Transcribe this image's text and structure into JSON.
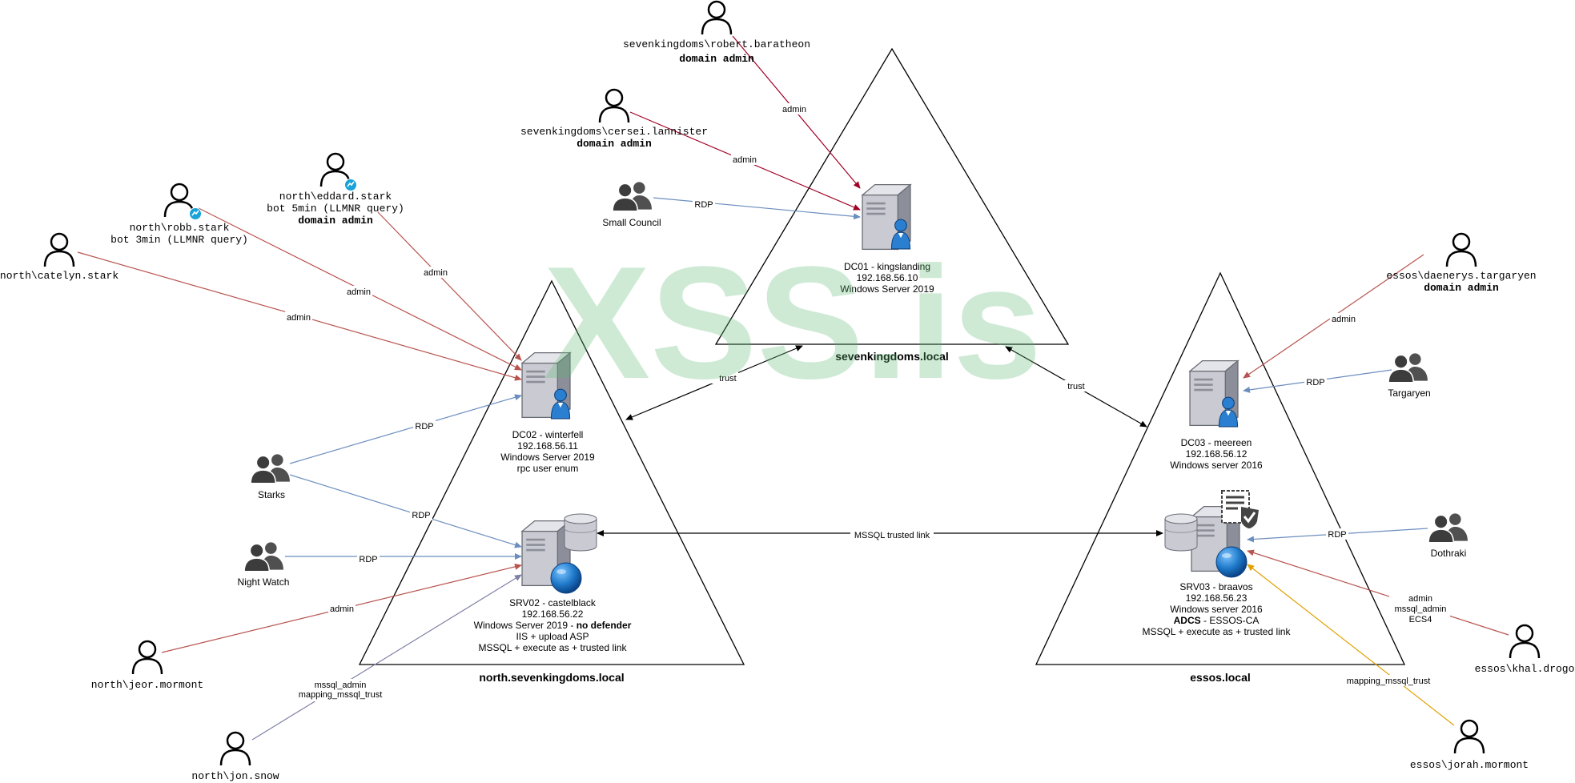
{
  "watermark": "XSS.is",
  "colors": {
    "admin": "#b85450",
    "admin_dark": "#a20025",
    "rdp": "#6c8ebf",
    "mssql": "#7f7fa6",
    "trust": "#000000",
    "orange": "#e0a000",
    "watermark": "#5cb873",
    "server_light": "#d4d5dc",
    "server_dark": "#8c8e99",
    "globe": "#1e78c8"
  },
  "domains": {
    "sevenkingdoms": "sevenkingdoms.local",
    "north": "north.sevenkingdoms.local",
    "essos": "essos.local"
  },
  "servers": {
    "dc01": [
      "DC01 - kingslanding",
      "192.168.56.10",
      "Windows Server 2019"
    ],
    "dc02": [
      "DC02 - winterfell",
      "192.168.56.11",
      "Windows Server 2019",
      "rpc user enum"
    ],
    "srv02": {
      "line1": "SRV02 - castelblack",
      "line2": "192.168.56.22",
      "line3_prefix": "Windows Server 2019 - ",
      "line3_bold": "no defender",
      "line4": "IIS + upload ASP",
      "line5": "MSSQL + execute as + trusted link"
    },
    "dc03": [
      "DC03 - meereen",
      "192.168.56.12",
      "Windows server 2016"
    ],
    "srv03": {
      "line1": "SRV03 - braavos",
      "line2": "192.168.56.23",
      "line3": "Windows server 2016",
      "line4_bold": "ADCS",
      "line4_rest": " - ESSOS-CA",
      "line5": "MSSQL + execute as + trusted link"
    }
  },
  "users": {
    "robert": {
      "name": "sevenkingdoms\\robert.baratheon",
      "role": "domain admin"
    },
    "cersei": {
      "name": "sevenkingdoms\\cersei.lannister",
      "role": "domain admin"
    },
    "eddard": {
      "name": "north\\eddard.stark",
      "sub": "bot 5min (LLMNR query)",
      "role": "domain admin"
    },
    "robb": {
      "name": "north\\robb.stark",
      "sub": "bot 3min (LLMNR query)"
    },
    "catelyn": {
      "name": "north\\catelyn.stark"
    },
    "jeor": {
      "name": "north\\jeor.mormont"
    },
    "jon": {
      "name": "north\\jon.snow"
    },
    "daenerys": {
      "name": "essos\\daenerys.targaryen",
      "role": "domain admin"
    },
    "drogo": {
      "name": "essos\\khal.drogo"
    },
    "jorah": {
      "name": "essos\\jorah.mormont"
    }
  },
  "groups": {
    "small_council": "Small Council",
    "starks": "Starks",
    "night_watch": "Night Watch",
    "targaryen": "Targaryen",
    "dothraki": "Dothraki"
  },
  "edge_labels": {
    "admin": "admin",
    "rdp": "RDP",
    "trust": "trust",
    "mssql_link": "MSSQL trusted link",
    "jon_1": "mssql_admin",
    "jon_2": "mapping_mssql_trust",
    "drogo_1": "admin",
    "drogo_2": "mssql_admin",
    "drogo_3": "ECS4",
    "jorah": "mapping_mssql_trust"
  }
}
